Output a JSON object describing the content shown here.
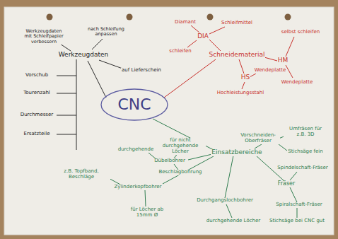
{
  "diagram": {
    "nodes": [
      {
        "text": [
          "CNC"
        ]
      }
    ],
    "labels": [
      "Werkzeugdaten",
      "Werkzeugdaten mit Schleifpapier verbessern",
      "nach Schleifung anpassen",
      "auf Lieferschein",
      "Vorschub",
      "Tourenzahl",
      "Durchmesser",
      "Ersatzteile",
      "Diamant",
      "Schleifmittel",
      "DIA",
      "schleifen",
      "Schneidematerial",
      "selbst schleifen",
      "HM",
      "Wendeplatte",
      "HS",
      "Wendeplatte",
      "Hochleistungsstahl",
      "Einsatzbereiche",
      "Umfräsen für z.B. 3D",
      "Vorschneiden-Oberfräser",
      "Stichsäge fein",
      "Spindelschaft-Fräser",
      "Fräser",
      "Spiralschaft-Fräser",
      "Stichsäge bei CNC gut",
      "Dübelbohrer",
      "durchgehende",
      "für nicht durchgehende Löcher",
      "Beschlagbohrung",
      "Zylinderkopfbohrer",
      "z.B. Topfband, Beschläge",
      "für Löcher ab 15mm Ø",
      "Durchgangslochbohrer",
      "durchgehende Löcher"
    ]
  }
}
